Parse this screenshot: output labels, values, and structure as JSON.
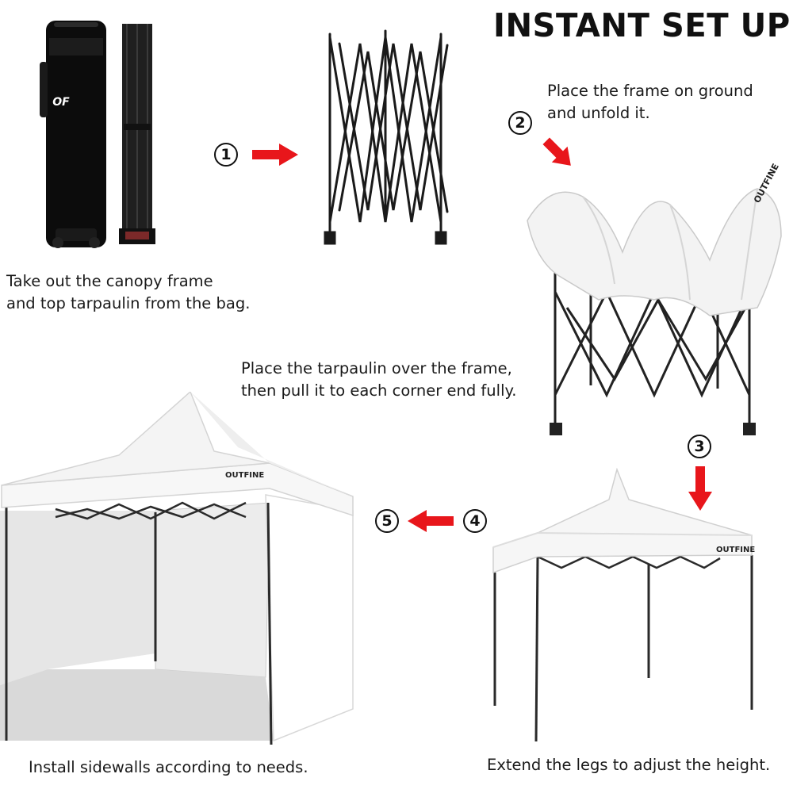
{
  "header": {
    "title": "INSTANT SET UP"
  },
  "brand": {
    "name": "OUTFINE",
    "logo_letters": "OF"
  },
  "steps": [
    {
      "number": "1",
      "caption_line1": "Take out the canopy frame",
      "caption_line2": "and top tarpaulin from the bag."
    },
    {
      "number": "2",
      "caption_line1": "Place the frame on ground",
      "caption_line2": "and unfold it."
    },
    {
      "number": "3",
      "caption_line1": "Place the tarpaulin over the frame,",
      "caption_line2": "then pull it to each corner end fully."
    },
    {
      "number": "4",
      "caption": "Extend the legs to adjust the height."
    },
    {
      "number": "5",
      "caption": "Install sidewalls according to needs."
    }
  ],
  "colors": {
    "arrow": "#e8161b",
    "frame": "#222222",
    "canopy": "#f4f4f4",
    "bag": "#0c0c0c"
  },
  "icons": [
    "arrow-right-icon",
    "arrow-down-right-icon",
    "arrow-down-icon",
    "arrow-left-icon"
  ]
}
